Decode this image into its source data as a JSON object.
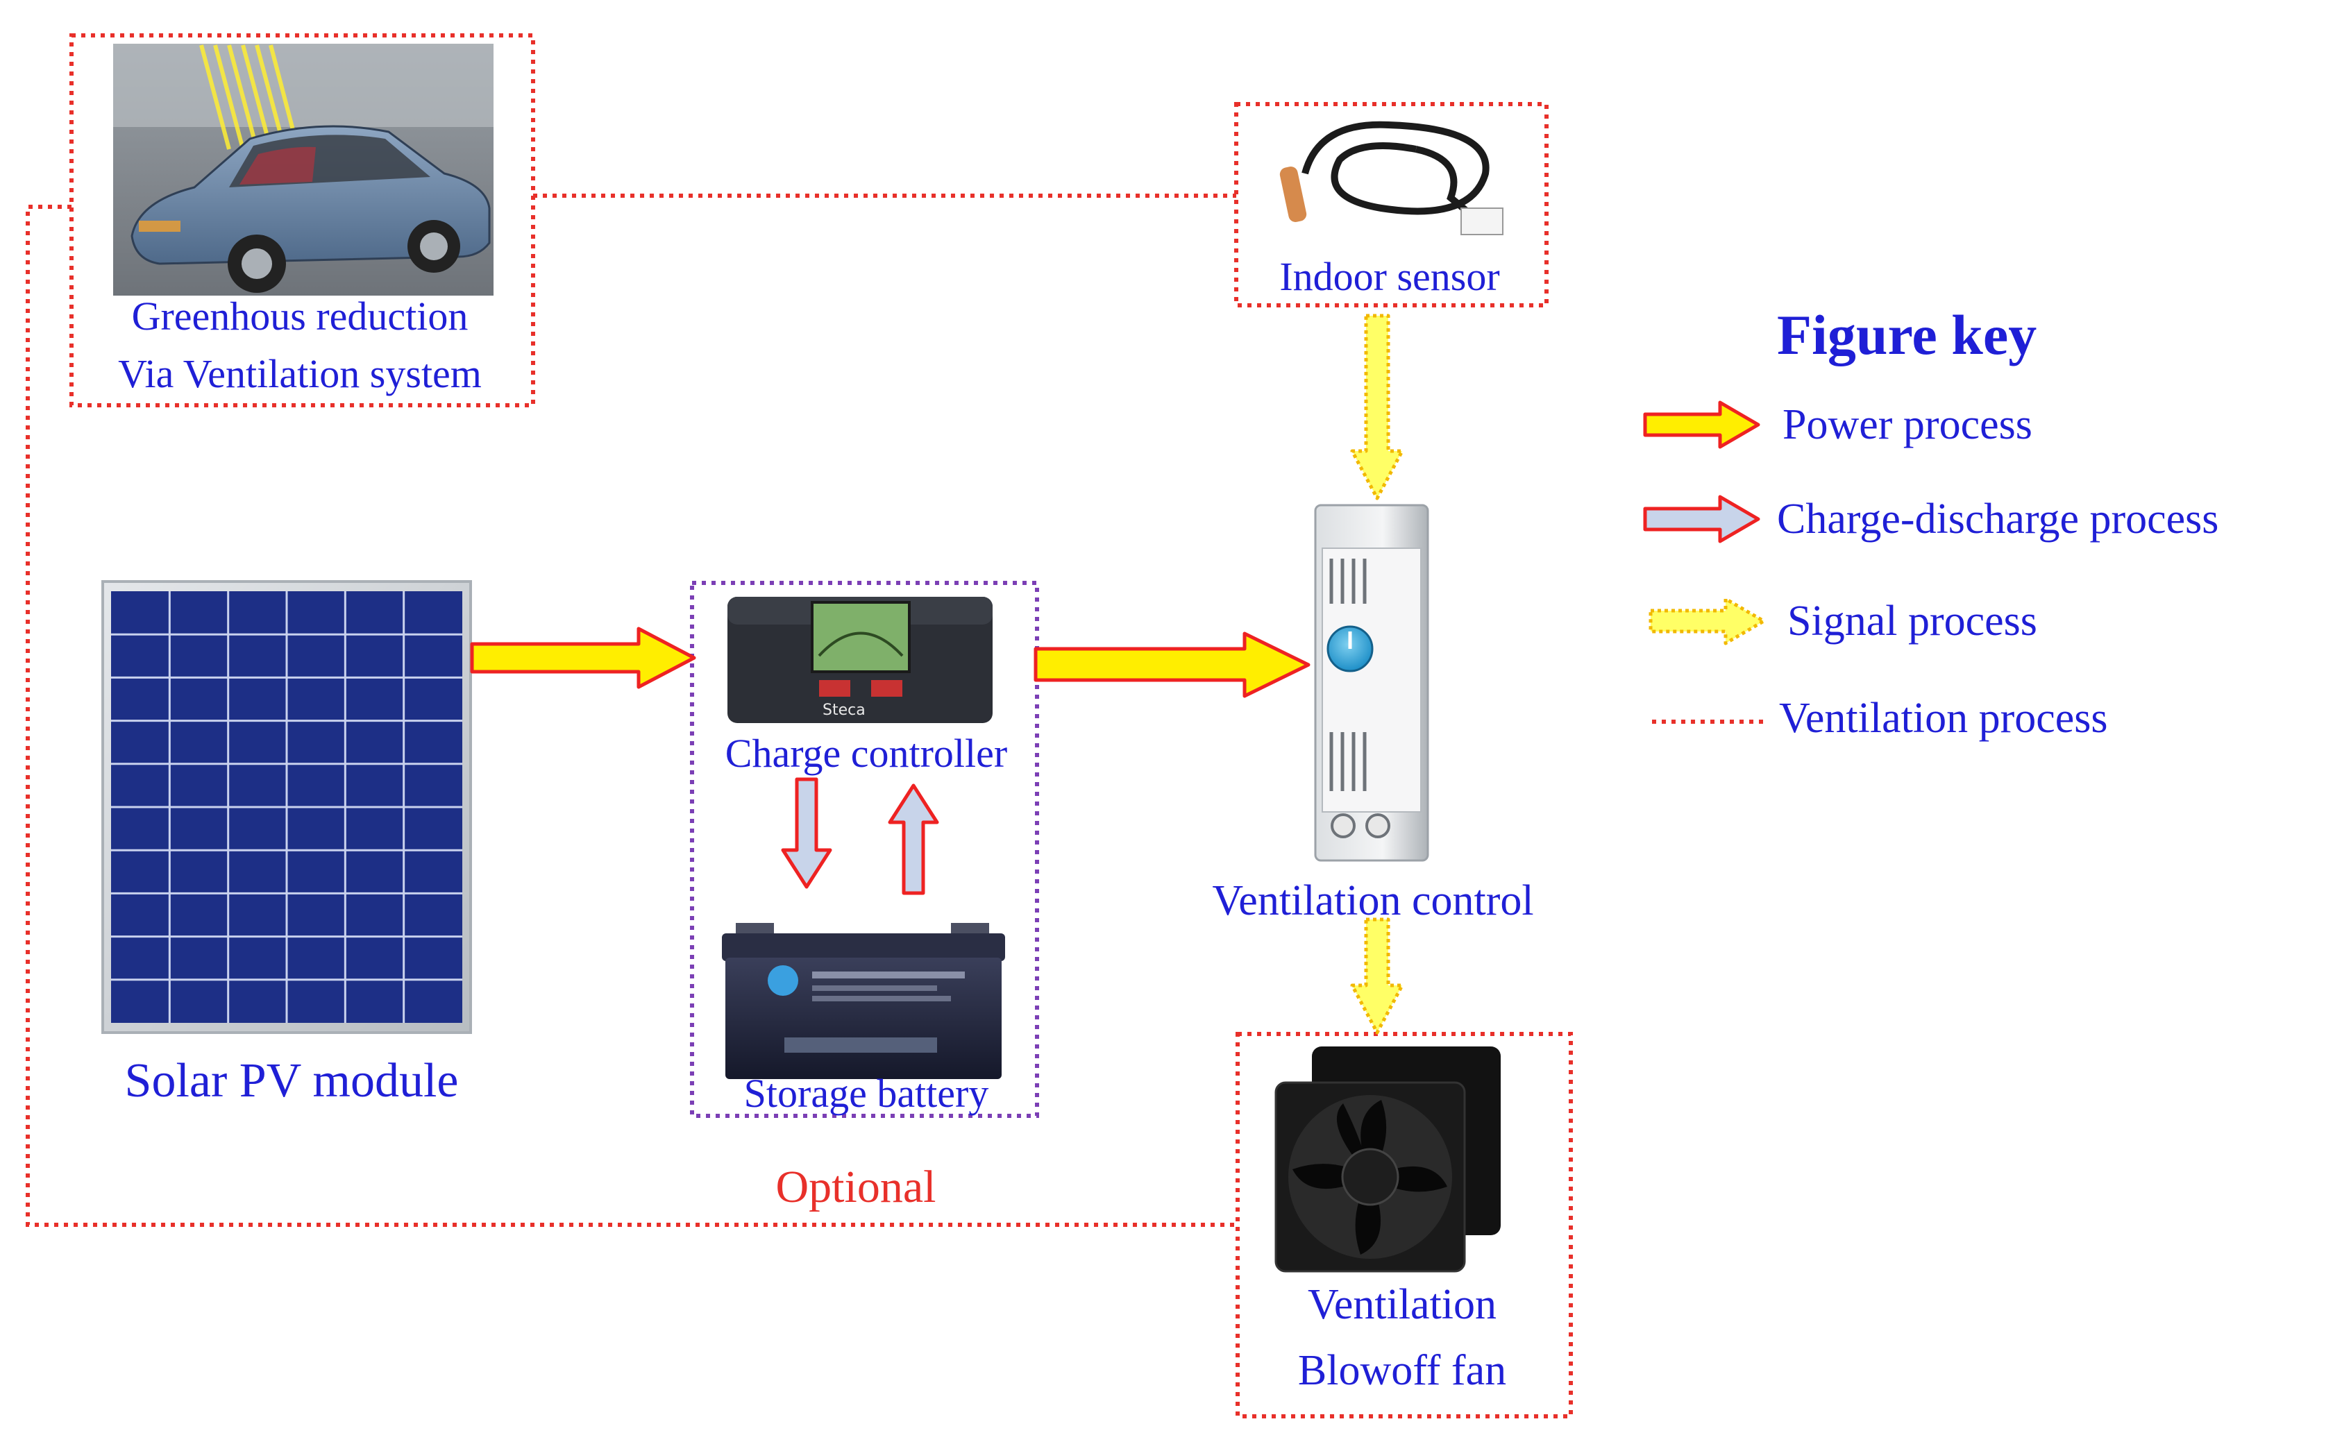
{
  "nodes": {
    "car": {
      "line1": "Greenhous reduction",
      "line2": "Via Ventilation system"
    },
    "sensor": {
      "label": "Indoor sensor"
    },
    "solar": {
      "label": "Solar PV module"
    },
    "controller": {
      "label": "Charge controller",
      "brand": "Steca"
    },
    "battery": {
      "label": "Storage battery"
    },
    "thermostat": {
      "label": "Ventilation control"
    },
    "fan": {
      "line1": "Ventilation",
      "line2": "Blowoff fan"
    },
    "optional": {
      "label": "Optional"
    }
  },
  "legend": {
    "title": "Figure key",
    "items": [
      {
        "label": "Power process"
      },
      {
        "label": "Charge-discharge process"
      },
      {
        "label": "Signal process"
      },
      {
        "label": "Ventilation process"
      }
    ]
  },
  "colors": {
    "label_blue": "#1f1fd6",
    "optional_red": "#e8302a",
    "dotted_red": "#e8302a",
    "dotted_purple": "#7b3fb5",
    "power_fill": "#ffee00",
    "power_outline": "#ee2222",
    "charge_fill": "#c8d4ea",
    "charge_outline": "#ee2222",
    "signal_fill": "#ffff66",
    "signal_outline": "#f2b800"
  }
}
